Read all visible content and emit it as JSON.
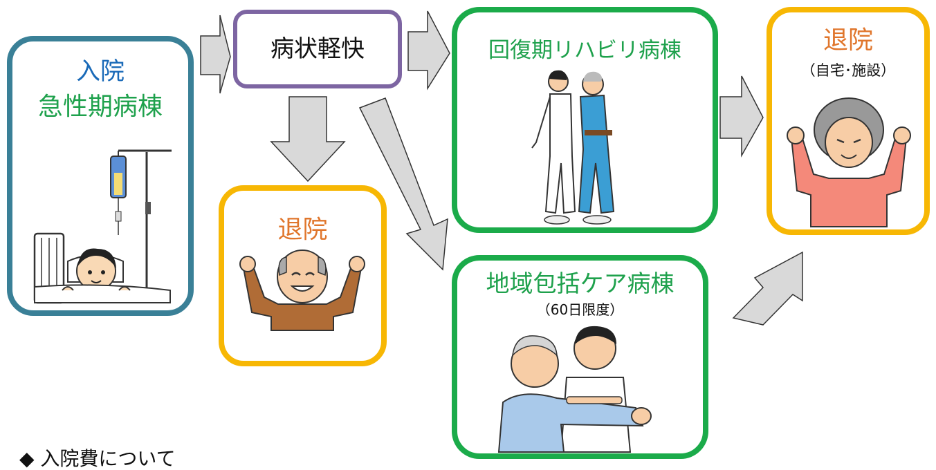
{
  "colors": {
    "teal_border": "#3a8097",
    "purple_border": "#7d65a2",
    "green_border": "#1bab4a",
    "yellow_border": "#f7b704",
    "blue_text": "#1a6ab8",
    "green_text": "#1ea14c",
    "orange_text": "#e0762c",
    "black_text": "#111111",
    "arrow_fill": "#d9d9d9",
    "arrow_stroke": "#333333"
  },
  "admission": {
    "title": "入院",
    "ward": "急性期病棟"
  },
  "improvement": {
    "label": "病状軽快"
  },
  "discharge_early": {
    "label": "退院"
  },
  "rehab_ward": {
    "label": "回復期リハビリ病棟"
  },
  "community_ward": {
    "label": "地域包括ケア病棟",
    "note": "（60日限度）"
  },
  "discharge_final": {
    "label": "退院",
    "note": "（自宅･施設）"
  },
  "footer": {
    "text": "◆ 入院費について"
  },
  "icons": [
    "iv-drip-bed-patient-icon",
    "cheering-elderly-man-icon",
    "rehab-walking-assist-icon",
    "arm-exercise-assist-icon",
    "cheering-elderly-woman-icon"
  ]
}
